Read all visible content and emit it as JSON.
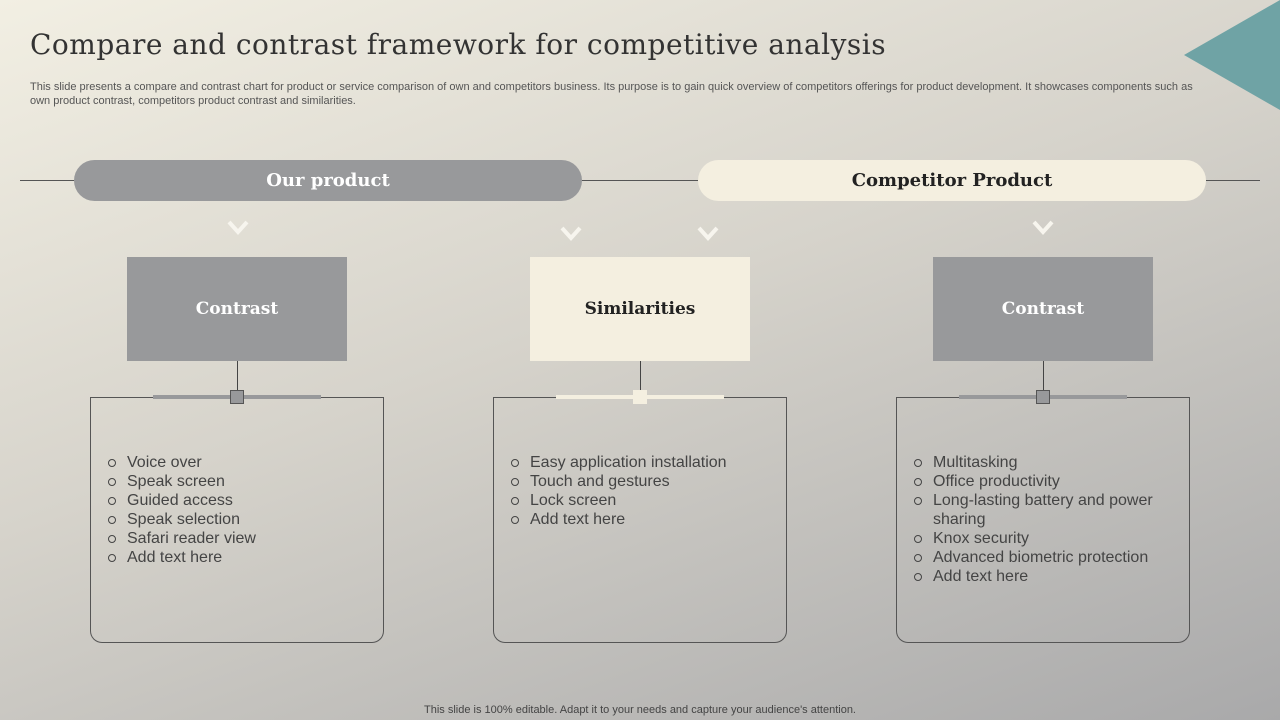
{
  "slide": {
    "title": "Compare and contrast framework for competitive analysis",
    "subtitle": "This slide presents a compare and contrast chart for product or service comparison of own and competitors business. Its purpose is to gain quick overview of competitors offerings for product development. It showcases components such as own product contrast, competitors product contrast and similarities.",
    "footer": "This slide is 100% editable. Adapt it to your needs and capture your audience's attention."
  },
  "headers": {
    "our_product": "Our product",
    "competitor_product": "Competitor Product"
  },
  "columns": [
    {
      "heading": "Contrast",
      "items": [
        "Voice over",
        "Speak screen",
        "Guided access",
        "Speak selection",
        "Safari reader view",
        "Add text here"
      ]
    },
    {
      "heading": "Similarities",
      "items": [
        "Easy application installation",
        "Touch  and gestures",
        "Lock screen",
        "Add text here"
      ]
    },
    {
      "heading": "Contrast",
      "items": [
        "Multitasking",
        "Office productivity",
        "Long-lasting battery and power sharing",
        "Knox security",
        "Advanced biometric protection",
        "Add text here"
      ]
    }
  ],
  "colors": {
    "accent_gray": "#98999b",
    "accent_cream": "#f4efe0",
    "corner_teal": "#6fa3a5"
  },
  "icons": [
    "chevron-down-icon",
    "corner-triangle-decoration"
  ]
}
